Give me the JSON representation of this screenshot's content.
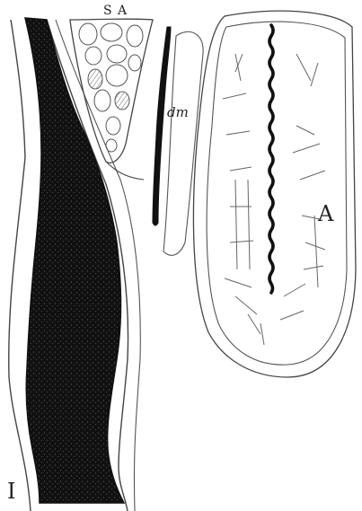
{
  "figure": {
    "labels": {
      "sa": "S A",
      "dm": "dm",
      "a": "A",
      "i": "I"
    }
  },
  "colors": {
    "ink": "#1a1a1a",
    "paper": "#ffffff",
    "line": "#444444"
  }
}
